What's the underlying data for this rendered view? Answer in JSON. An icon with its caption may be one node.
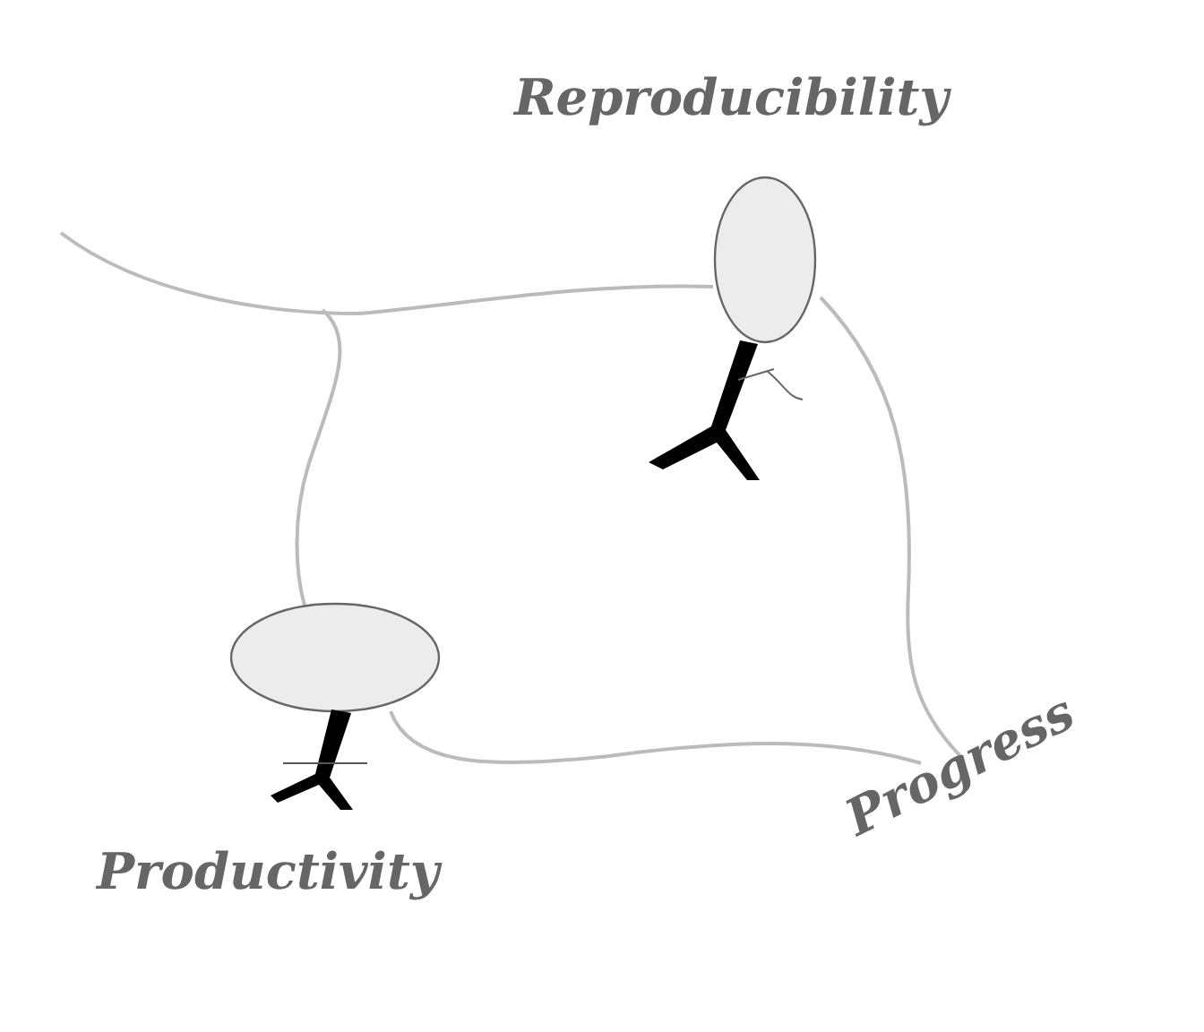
{
  "diagram": {
    "labels": [
      "Reproducibility",
      "Productivity",
      "Progress"
    ]
  }
}
